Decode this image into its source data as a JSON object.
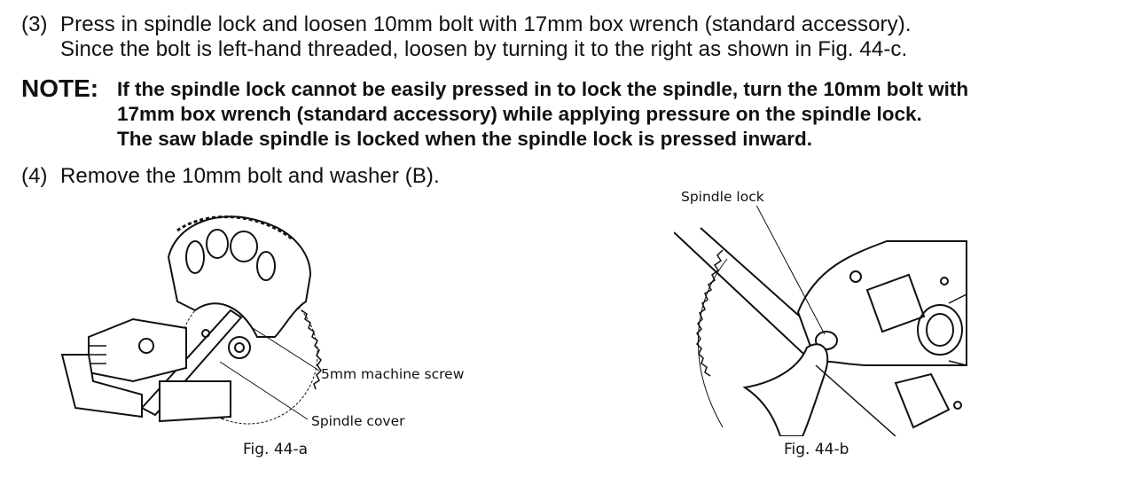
{
  "steps": [
    {
      "number": "(3)",
      "lines": [
        "Press in spindle lock and loosen 10mm bolt with 17mm box wrench (standard accessory).",
        "Since the bolt is left-hand threaded, loosen by turning it to the right as shown in Fig. 44-c."
      ]
    },
    {
      "number": "(4)",
      "lines": [
        "Remove the 10mm bolt and washer (B)."
      ]
    }
  ],
  "note": {
    "label": "NOTE:",
    "lines": [
      "If the spindle lock cannot be easily pressed in to lock the spindle, turn the 10mm bolt with",
      "17mm box wrench (standard accessory) while applying pressure on the spindle lock.",
      "The saw blade spindle is locked when the spindle lock is pressed inward."
    ]
  },
  "figures": [
    {
      "caption": "Fig. 44-a",
      "labels": [
        "5mm machine screw",
        "Spindle cover"
      ]
    },
    {
      "caption": "Fig. 44-b",
      "labels": [
        "Spindle lock"
      ]
    }
  ]
}
